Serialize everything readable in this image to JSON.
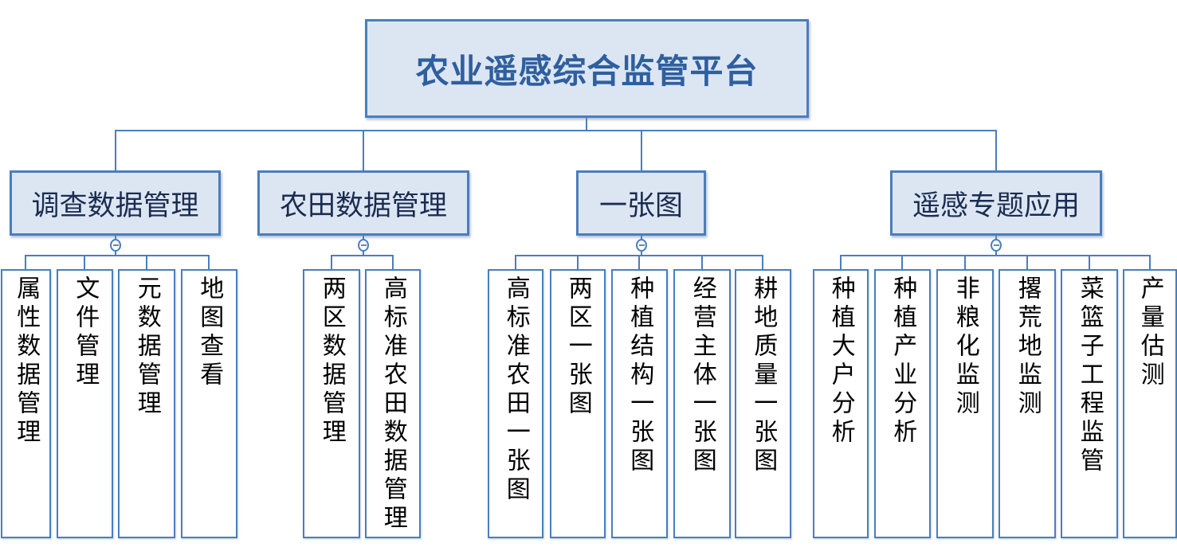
{
  "diagram": {
    "root": "农业遥感综合监管平台",
    "branches": [
      {
        "label": "调查数据管理",
        "children": [
          "属性数据管理",
          "文件管理",
          "元数据管理",
          "地图查看"
        ]
      },
      {
        "label": "农田数据管理",
        "children": [
          "两区数据管理",
          "高标准农田数据管理"
        ]
      },
      {
        "label": "一张图",
        "children": [
          "高标准农田一张图",
          "两区一张图",
          "种植结构一张图",
          "经营主体一张图",
          "耕地质量一张图"
        ]
      },
      {
        "label": "遥感专题应用",
        "children": [
          "种植大户分析",
          "种植产业分析",
          "非粮化监测",
          "撂荒地监测",
          "菜篮子工程监管",
          "产量估测"
        ]
      }
    ],
    "icons": {
      "collapse_toggle": "minus-circle-icon"
    },
    "colors": {
      "line": "#4a7ebd",
      "node_border": "#4a7ebd",
      "filled_node_background": "#dce6f3",
      "leaf_background": "#ffffff",
      "root_text": "#2f5f9e",
      "branch_text": "#1b2c50",
      "leaf_text": "#000000"
    }
  }
}
